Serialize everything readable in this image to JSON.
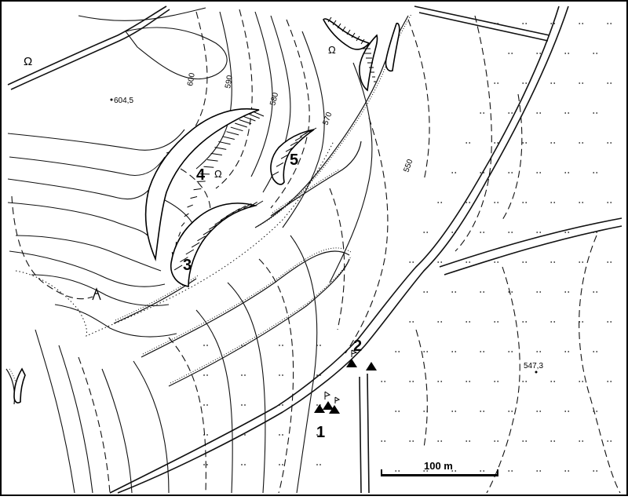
{
  "map": {
    "elevation_points": [
      {
        "id": "summit",
        "label": "604,5"
      },
      {
        "id": "plain",
        "label": "547,3"
      }
    ],
    "contour_labels": [
      "600",
      "590",
      "580",
      "570",
      "550"
    ],
    "sites": [
      {
        "id": "site1",
        "label": "1"
      },
      {
        "id": "site2",
        "label": "2"
      },
      {
        "id": "site3",
        "label": "3"
      },
      {
        "id": "site4",
        "label": "4"
      },
      {
        "id": "site5",
        "label": "5"
      }
    ],
    "cave_symbol": "Ω",
    "scale_bar": {
      "label": "100 m"
    },
    "colors": {
      "ink": "#000000",
      "paper": "#ffffff"
    }
  }
}
